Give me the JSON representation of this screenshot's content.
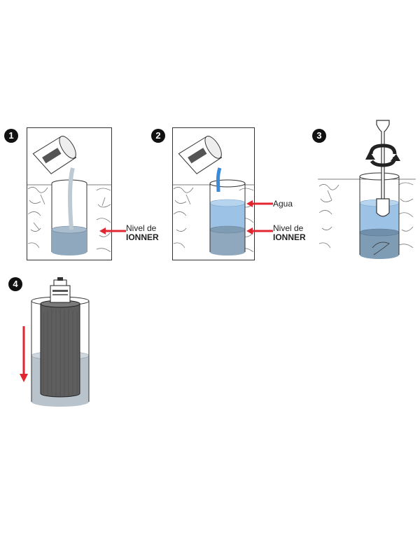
{
  "steps": [
    {
      "number": "1"
    },
    {
      "number": "2"
    },
    {
      "number": "3"
    },
    {
      "number": "4"
    }
  ],
  "labels": {
    "nivel_line1": "Nivel de",
    "nivel_line2": "IONNER",
    "agua": "Agua"
  },
  "colors": {
    "water": "#9cc3e6",
    "water_dark": "#8fa8bd",
    "pour_stream": "#3b8ad9",
    "arrow": "#e0262f",
    "outline": "#333333"
  }
}
